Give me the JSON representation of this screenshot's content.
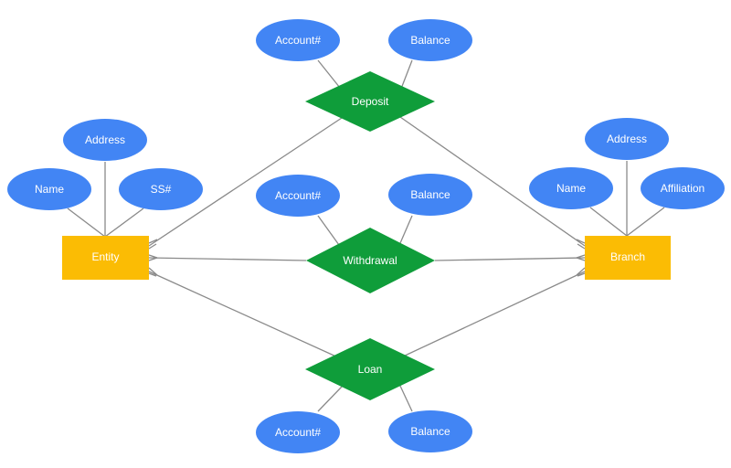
{
  "colors": {
    "entity": "#fbbc04",
    "attribute": "#4285f4",
    "relationship": "#0f9d3a",
    "connector": "#8a8a8a",
    "label_text": "#ffffff",
    "background": "#ffffff"
  },
  "entities": {
    "entity": {
      "label": "Entity"
    },
    "branch": {
      "label": "Branch"
    }
  },
  "relationships": {
    "deposit": {
      "label": "Deposit"
    },
    "withdrawal": {
      "label": "Withdrawal"
    },
    "loan": {
      "label": "Loan"
    }
  },
  "attributes": {
    "deposit_account": "Account#",
    "deposit_balance": "Balance",
    "withdrawal_account": "Account#",
    "withdrawal_balance": "Balance",
    "loan_account": "Account#",
    "loan_balance": "Balance",
    "entity_address": "Address",
    "entity_name": "Name",
    "entity_ss": "SS#",
    "branch_address": "Address",
    "branch_name": "Name",
    "branch_affiliation": "Affiliation"
  }
}
